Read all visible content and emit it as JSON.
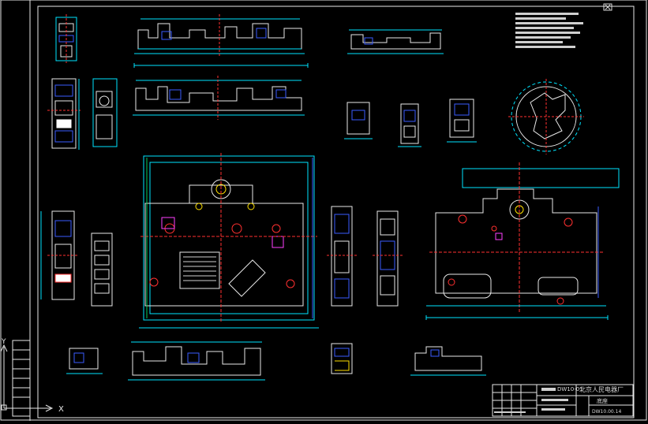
{
  "colors": {
    "background": "#000000",
    "line_white": "#e8e8e8",
    "line_cyan": "#00e5ff",
    "line_blue": "#3a5bff",
    "line_red": "#ff3030",
    "line_yellow": "#ffe000",
    "line_green": "#00d060",
    "line_magenta": "#ff40ff",
    "text_block": "#d8d8d8"
  },
  "ucs": {
    "x_label": "X",
    "y_label": "Y"
  },
  "title_block": {
    "company": "北京人民电器厂",
    "drawing_name": "底座",
    "drawing_number": "DW10.00.14",
    "code_label": "DW10-01"
  },
  "window_control": {
    "icon": "close-icon"
  }
}
